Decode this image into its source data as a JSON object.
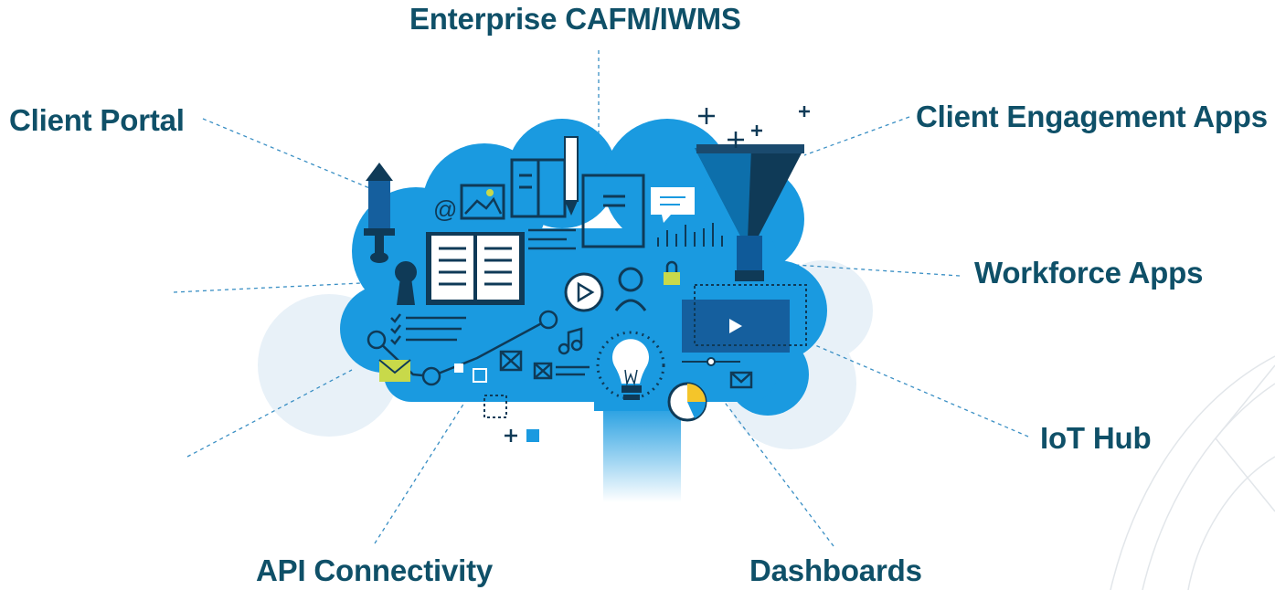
{
  "labels": {
    "enterprise_cafm": "Enterprise CAFM/IWMS",
    "client_portal": "Client Portal",
    "client_engagement_apps": "Client Engagement Apps",
    "workforce_apps": "Workforce Apps",
    "iot_hub": "IoT Hub",
    "api_connectivity": "API Connectivity",
    "dashboards": "Dashboards"
  },
  "illustration_text": {
    "at_symbol": "@"
  },
  "colors": {
    "label_text": "#0f5068",
    "cloud_blue": "#1a9ae0",
    "icon_navy": "#0f3a57",
    "accent_lime": "#c8d94a",
    "accent_yellow": "#f4c52a",
    "connector_line": "#3a8fc4"
  }
}
